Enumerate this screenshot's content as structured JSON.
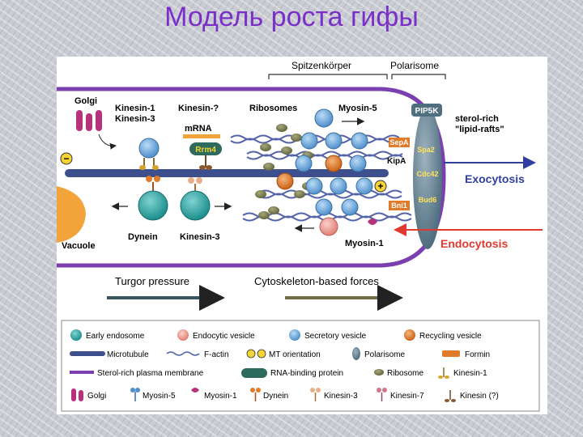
{
  "slide": {
    "title": "Модель роста гифы"
  },
  "diagram": {
    "regions": {
      "spitzenkorper": "Spitzenkörper",
      "polarisome": "Polarisome"
    },
    "labels": {
      "golgi": "Golgi",
      "kinesin1": "Kinesin-1",
      "kinesin3_top": "Kinesin-3",
      "kinesin_q": "Kinesin-?",
      "mrna": "mRNA",
      "ribosomes": "Ribosomes",
      "myosin5": "Myosin-5",
      "rrm4": "Rrm4",
      "pip5k": "PIP5K",
      "sterol1": "sterol-rich",
      "sterol2": "\"lipid-rafts\"",
      "sepa": "SepA",
      "spa2": "Spa2",
      "kipa": "KipA",
      "cdc42": "Cdc42",
      "bud6": "Bud6",
      "bni1": "Bni1",
      "exocytosis": "Exocytosis",
      "endocytosis": "Endocytosis",
      "dynein": "Dynein",
      "kinesin3": "Kinesin-3",
      "myosin1": "Myosin-1",
      "vacuole": "Vacuole",
      "turgor": "Turgor pressure",
      "cytoskeleton": "Cytoskeleton-based forces",
      "minus": "−",
      "plus": "+"
    },
    "legend": {
      "early_endosome": "Early endosome",
      "endocytic_vesicle": "Endocytic vesicle",
      "secretory_vesicle": "Secretory vesicle",
      "recycling_vesicle": "Recycling vesicle",
      "microtubule": "Microtubule",
      "f_actin": "F-actin",
      "mt_orientation": "MT orientation",
      "polarisome": "Polarisome",
      "formin": "Formin",
      "plasma_membrane": "Sterol-rich plasma membrane",
      "rna_binding": "RNA-binding protein",
      "ribosome": "Ribosome",
      "kinesin1": "Kinesin-1",
      "golgi": "Golgi",
      "myosin5": "Myosin-5",
      "myosin1": "Myosin-1",
      "dynein": "Dynein",
      "kinesin3": "Kinesin-3",
      "kinesin7": "Kinesin-7",
      "kinesin_q": "Kinesin (?)"
    },
    "colors": {
      "title": "#7a2fc9",
      "membrane": "#7b3fb0",
      "microtubule": "#3d4f8c",
      "secretory": "#6aa6dd",
      "recycling": "#e07b2a",
      "early_endosome": "#2aa7a6",
      "endocytic": "#ef9f96",
      "ribosome": "#7d7f54",
      "golgi": "#b6327a",
      "polarisome": "#4f6e7f",
      "exo_arrow": "#2f3fa0",
      "endo_arrow": "#e03a2f"
    }
  }
}
